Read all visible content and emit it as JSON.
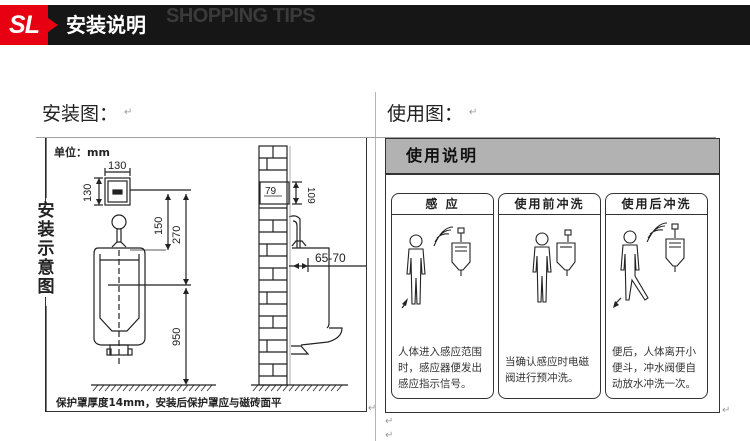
{
  "banner": {
    "logo": "SL",
    "title": "安装说明",
    "subtitle": "SHOPPING TIPS",
    "colors": {
      "logo_bg": "#e60012",
      "bar_bg": "#161616",
      "subtitle": "#3a3a3a"
    }
  },
  "install": {
    "section_title": "安装图：",
    "para_mark": "↵",
    "unit_label": "单位：mm",
    "vertical_label": "安装示意图",
    "dimensions": {
      "sensor_width": "130",
      "sensor_height": "130",
      "d150": "150",
      "d270": "270",
      "d950": "950",
      "d79": "79",
      "d109": "109",
      "d65_70": "65-70"
    },
    "bottom_note": "保护罩厚度14mm，安装后保护罩应与磁砖面平"
  },
  "usage": {
    "section_title": "使用图：",
    "para_mark": "↵",
    "header": "使用说明",
    "header_bg": "#b2b2b2",
    "panels": [
      {
        "title": "感 应",
        "text": "人体进入感应范围时，感应器便发出感应指示信号。"
      },
      {
        "title": "使用前冲洗",
        "text": "当确认感应时电磁阀进行预冲洗。"
      },
      {
        "title": "使用后冲洗",
        "text": "便后，人体离开小便斗，冲水阀便自动放水冲洗一次。"
      }
    ]
  },
  "trailing_marks": [
    "↵",
    "↵"
  ]
}
